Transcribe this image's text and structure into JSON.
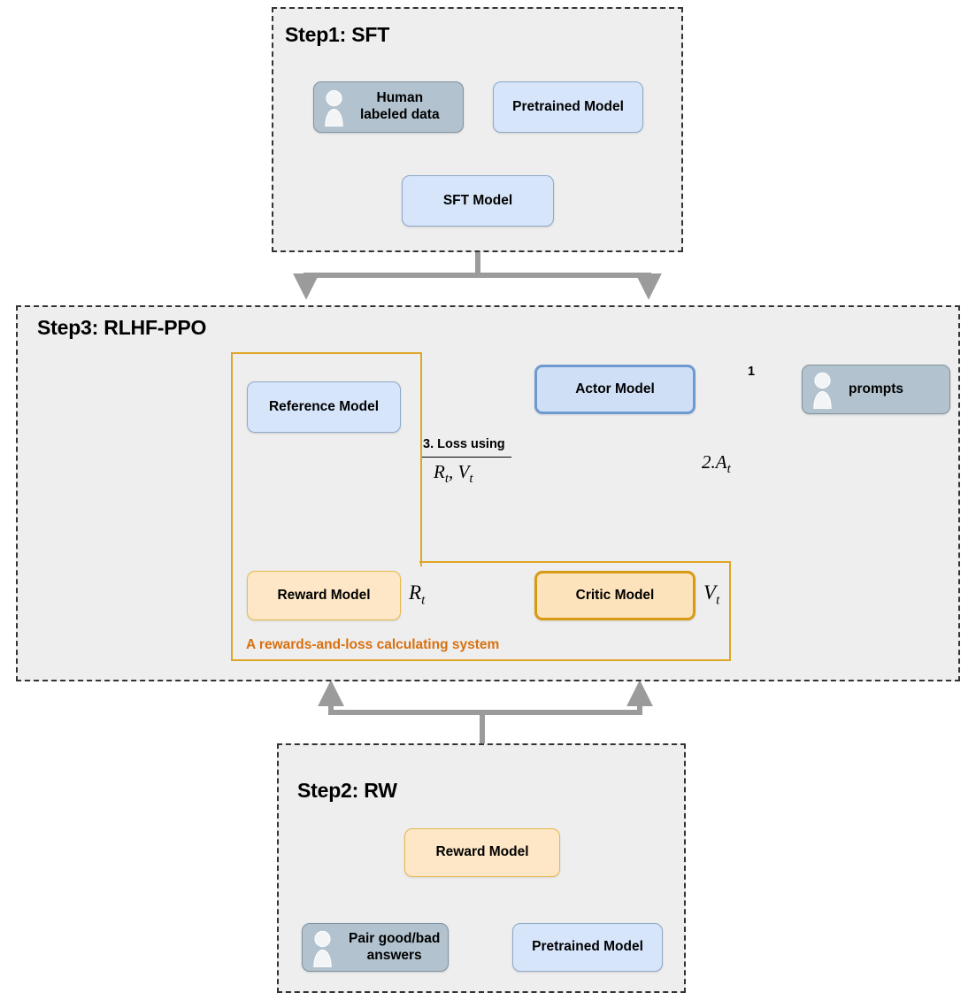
{
  "diagram": {
    "title": "RLHF three-step training pipeline",
    "colors": {
      "panel_bg": "#eeeeee",
      "panel_border": "#333333",
      "blue_fill": "#d6e5fa",
      "blue_border": "#8fa9c7",
      "actor_border": "#6f9ad1",
      "grey_fill": "#b2c3cf",
      "orange_fill": "#fde7c6",
      "orange_border": "#e8b84b",
      "critic_border": "#d79b13",
      "system_border": "#e0a526",
      "caption_text": "#d9700f",
      "connector_grey": "#9b9b9b"
    }
  },
  "step1": {
    "title": "Step1: SFT",
    "nodes": {
      "human_data": "Human\nlabeled data",
      "human_data_line1": "Human",
      "human_data_line2": "labeled data",
      "pretrained": "Pretrained Model",
      "sft_model": "SFT Model"
    }
  },
  "step3": {
    "title": "Step3: RLHF-PPO",
    "nodes": {
      "reference_model": "Reference Model",
      "reward_model": "Reward Model",
      "actor_model": "Actor Model",
      "critic_model": "Critic Model",
      "prompts": "prompts"
    },
    "system_caption": "A rewards-and-loss calculating system",
    "labels": {
      "prompt_edge": "1",
      "advantage_edge": "2.",
      "advantage_symbol": "A",
      "advantage_subscript": "t",
      "loss_edge": "3. Loss using",
      "loss_symbols": "R",
      "reward_symbol": "R",
      "value_symbol": "V",
      "subscript_t": "t",
      "loss_denominator": "R t , V t"
    }
  },
  "step2": {
    "title": "Step2: RW",
    "nodes": {
      "reward_model": "Reward Model",
      "pair_answers_line1": "Pair good/bad",
      "pair_answers_line2": "answers",
      "pretrained": "Pretrained Model"
    }
  }
}
